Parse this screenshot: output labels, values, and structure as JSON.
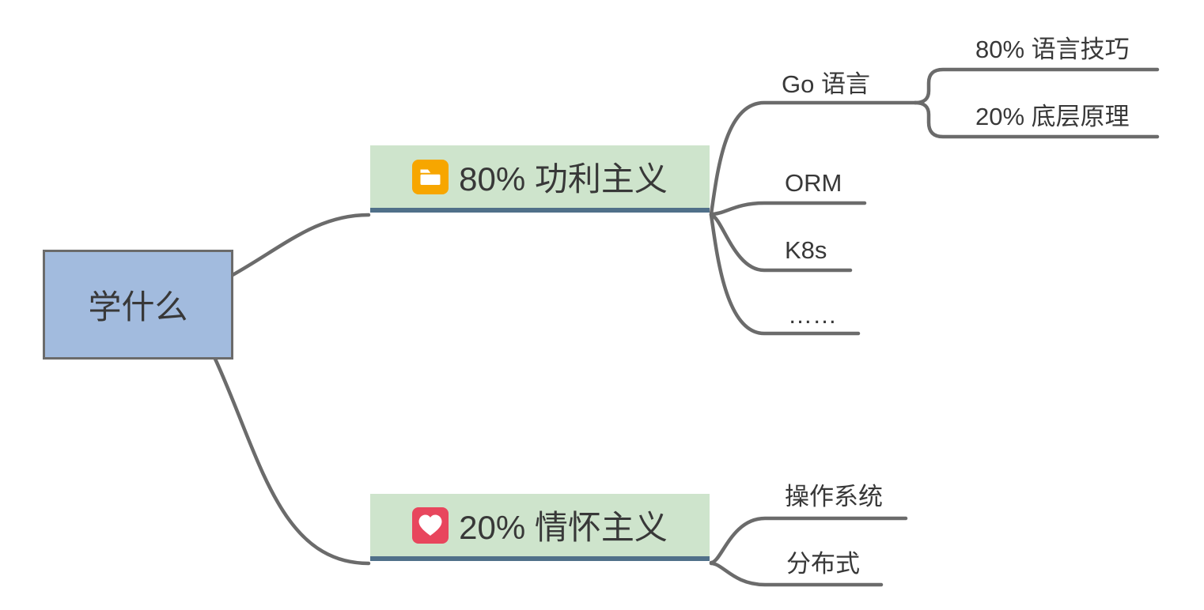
{
  "root": {
    "label": "学什么"
  },
  "branches": [
    {
      "label": "80% 功利主义",
      "icon": "folder",
      "children": [
        {
          "label": "Go 语言",
          "children": [
            {
              "label": "80% 语言技巧"
            },
            {
              "label": "20% 底层原理"
            }
          ]
        },
        {
          "label": "ORM"
        },
        {
          "label": "K8s"
        },
        {
          "label": "……"
        }
      ]
    },
    {
      "label": "20% 情怀主义",
      "icon": "heart",
      "children": [
        {
          "label": "操作系统"
        },
        {
          "label": "分布式"
        }
      ]
    }
  ],
  "colors": {
    "root_fill": "#A2BBDE",
    "root_border": "#6B6B6B",
    "branch_fill": "#CEE4CC",
    "branch_underline": "#507089",
    "connector_line": "#6B6B6B",
    "folder_icon_bg": "#F7A600",
    "heart_icon_bg": "#E8465D",
    "icon_glyph": "#FFFFFF",
    "text": "#383838"
  }
}
